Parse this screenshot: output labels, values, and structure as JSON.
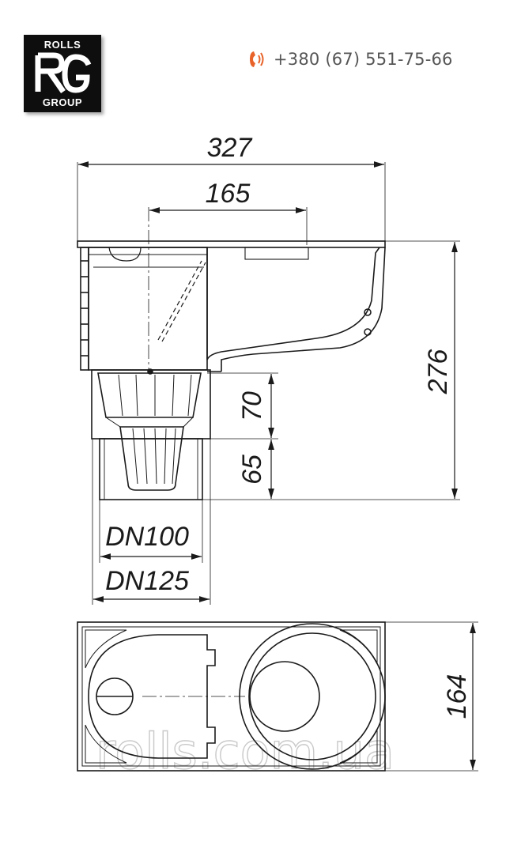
{
  "brand": {
    "logo_top": "ROLLS",
    "logo_bottom": "GROUP",
    "logo_mark": "RG-monogram"
  },
  "contact": {
    "phone": "+380 (67) 551-75-66",
    "icon": "phone-icon",
    "icon_color": "#e8632a"
  },
  "dimensions": {
    "overall_width": "327",
    "grate_width": "165",
    "total_height": "276",
    "upper_height": "70",
    "lower_height": "65",
    "inner_pipe": "DN100",
    "outer_pipe": "DN125",
    "plan_depth": "164"
  },
  "watermark": "rolls.com.ua"
}
